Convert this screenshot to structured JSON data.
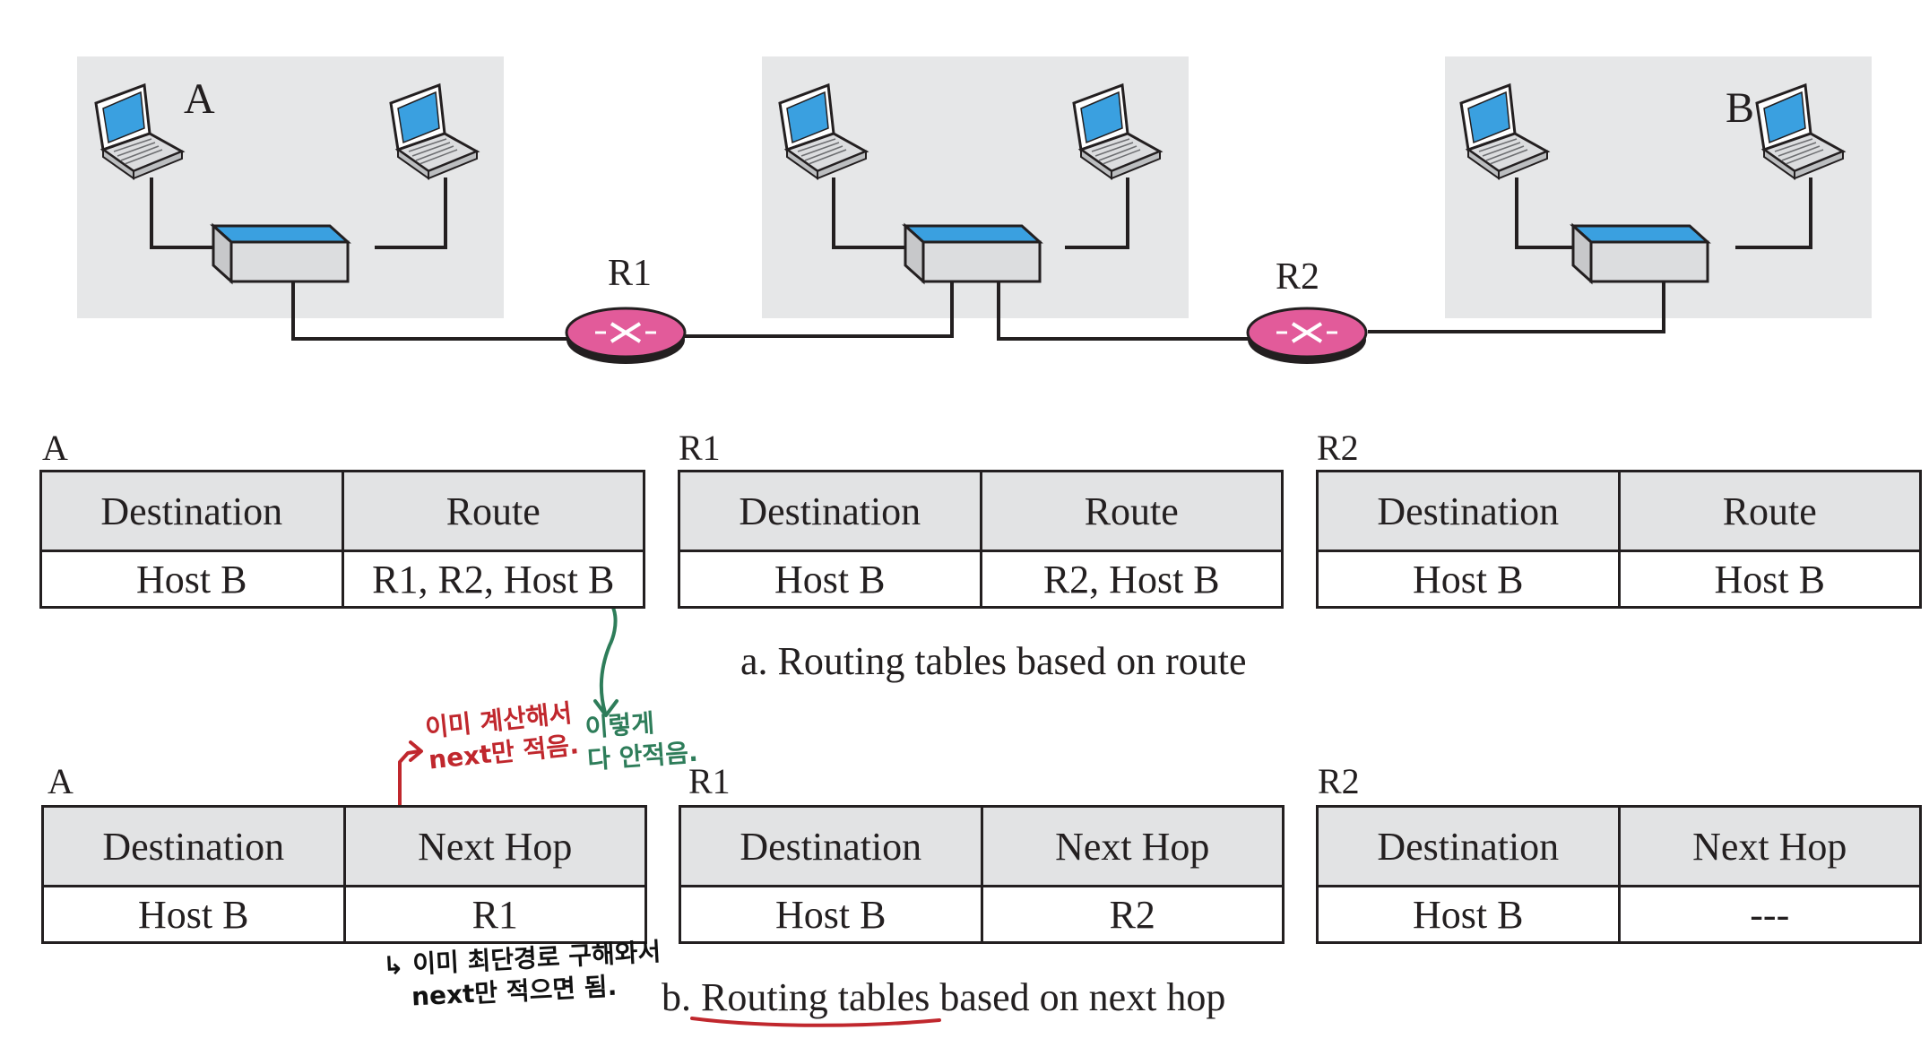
{
  "network": {
    "lans": [
      {
        "host_label": "A"
      },
      {
        "host_label": ""
      },
      {
        "host_label": "B"
      }
    ],
    "routers": [
      "R1",
      "R2"
    ]
  },
  "tables_route": {
    "caption": "a. Routing tables based on route",
    "tables": [
      {
        "name": "A",
        "col1": "Destination",
        "col2": "Route",
        "dest": "Host B",
        "value": "R1, R2, Host B"
      },
      {
        "name": "R1",
        "col1": "Destination",
        "col2": "Route",
        "dest": "Host B",
        "value": "R2, Host B"
      },
      {
        "name": "R2",
        "col1": "Destination",
        "col2": "Route",
        "dest": "Host B",
        "value": "Host B"
      }
    ]
  },
  "tables_next_hop": {
    "caption": "b. Routing tables based on next hop",
    "tables": [
      {
        "name": "A",
        "col1": "Destination",
        "col2": "Next Hop",
        "dest": "Host B",
        "value": "R1"
      },
      {
        "name": "R1",
        "col1": "Destination",
        "col2": "Next Hop",
        "dest": "Host B",
        "value": "R2"
      },
      {
        "name": "R2",
        "col1": "Destination",
        "col2": "Next Hop",
        "dest": "Host B",
        "value": "---"
      }
    ]
  },
  "annotations": {
    "red_note": [
      "이미 계산해서",
      "next만 적음."
    ],
    "green_note": [
      "이렇게",
      "다 안적음."
    ],
    "black_note": [
      "↳ 이미 최단경로 구해와서",
      "next만 적으면 됨."
    ],
    "colors": {
      "red": "#c0272d",
      "green": "#2e7d5a",
      "black": "#111111"
    }
  },
  "colors": {
    "lan_bg": "#e6e7e8",
    "screen": "#3aa0e0",
    "router": "#e25b9a",
    "header_fill": "#e2e3e4"
  }
}
